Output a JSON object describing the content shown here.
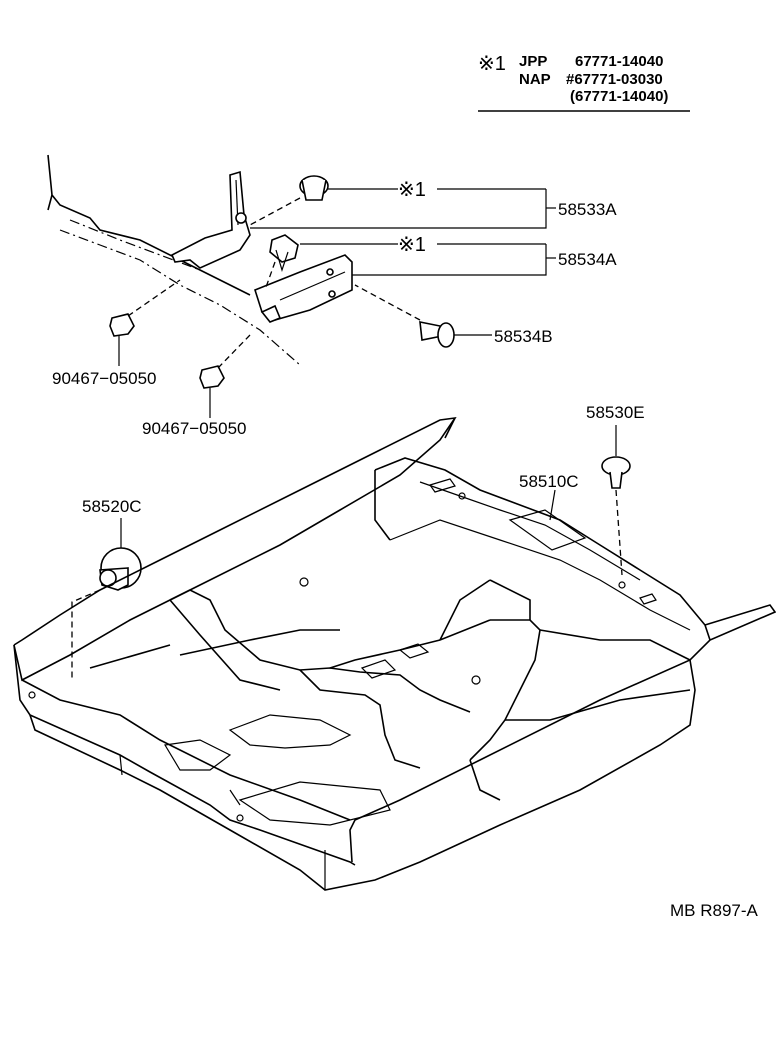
{
  "note": {
    "symbol": "※1",
    "rows": [
      {
        "region": "JPP",
        "part": "67771-14040"
      },
      {
        "region": "NAP",
        "part": "#67771-03030"
      },
      {
        "region": "",
        "part": "(67771-14040)"
      }
    ]
  },
  "callouts": {
    "ref_a": "※1",
    "ref_b": "※1",
    "p58533A": "58533A",
    "p58534A": "58534A",
    "p58534B": "58534B",
    "p90467_a": "90467−05050",
    "p90467_b": "90467−05050",
    "p58530E": "58530E",
    "p58510C": "58510C",
    "p58520C": "58520C"
  },
  "code": "MB  R897-A"
}
